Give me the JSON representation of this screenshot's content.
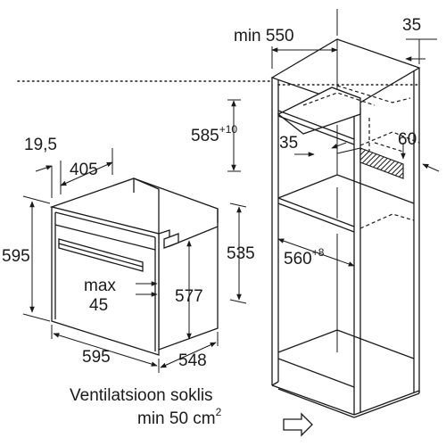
{
  "labels": {
    "cabinet_min_width": "min 550",
    "cabinet_rear_depth": "35",
    "niche_height_base": "585",
    "niche_height_tolerance": "+10",
    "niche_back_depth": "35",
    "niche_back_width": "60",
    "niche_width_base": "560",
    "niche_width_tolerance": "+8",
    "oven_front_offset": "19,5",
    "oven_top_depth": "405",
    "oven_front_height": "595",
    "oven_body_height": "535",
    "oven_body_height_front": "577",
    "max_gap_line1": "max",
    "max_gap_line2": "45",
    "oven_front_width": "595",
    "oven_depth": "548",
    "note_line1": "Ventilatsioon soklis",
    "note_line2_main": "min 50 cm",
    "note_line2_sup": "2"
  },
  "icons": [
    "airflow-arrow-icon",
    "dimension-arrow-icon"
  ]
}
